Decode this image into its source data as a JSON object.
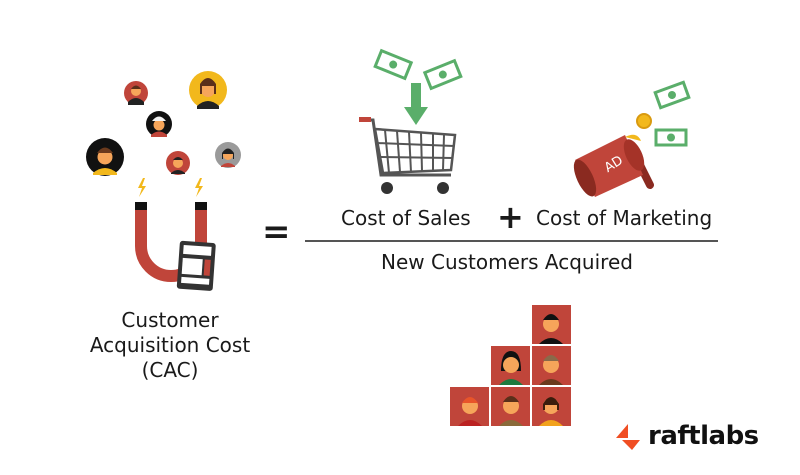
{
  "title": "Customer Acquisition Cost (CAC)",
  "left": {
    "label_lines": [
      "Customer",
      "Acquisition Cost",
      "(CAC)"
    ]
  },
  "formula": {
    "equals": "=",
    "numerator": {
      "term1": "Cost of Sales",
      "operator": "+",
      "term2": "Cost of Marketing"
    },
    "denominator": "New Customers Acquired"
  },
  "icons": {
    "customers": "customer-avatars",
    "magnet": "magnet-icon",
    "calculator": "calculator-icon",
    "cart": "shopping-cart-icon",
    "money": "money-bill-icon",
    "megaphone": "megaphone-icon",
    "megaphone_text": "AD",
    "new_customers": "customer-grid"
  },
  "colors": {
    "red": "#c0453a",
    "yellow": "#f2b81c",
    "green": "#5aae6a",
    "brand_orange": "#f04e23",
    "text": "#1a1a1a"
  },
  "brand": {
    "name": "raftlabs"
  }
}
